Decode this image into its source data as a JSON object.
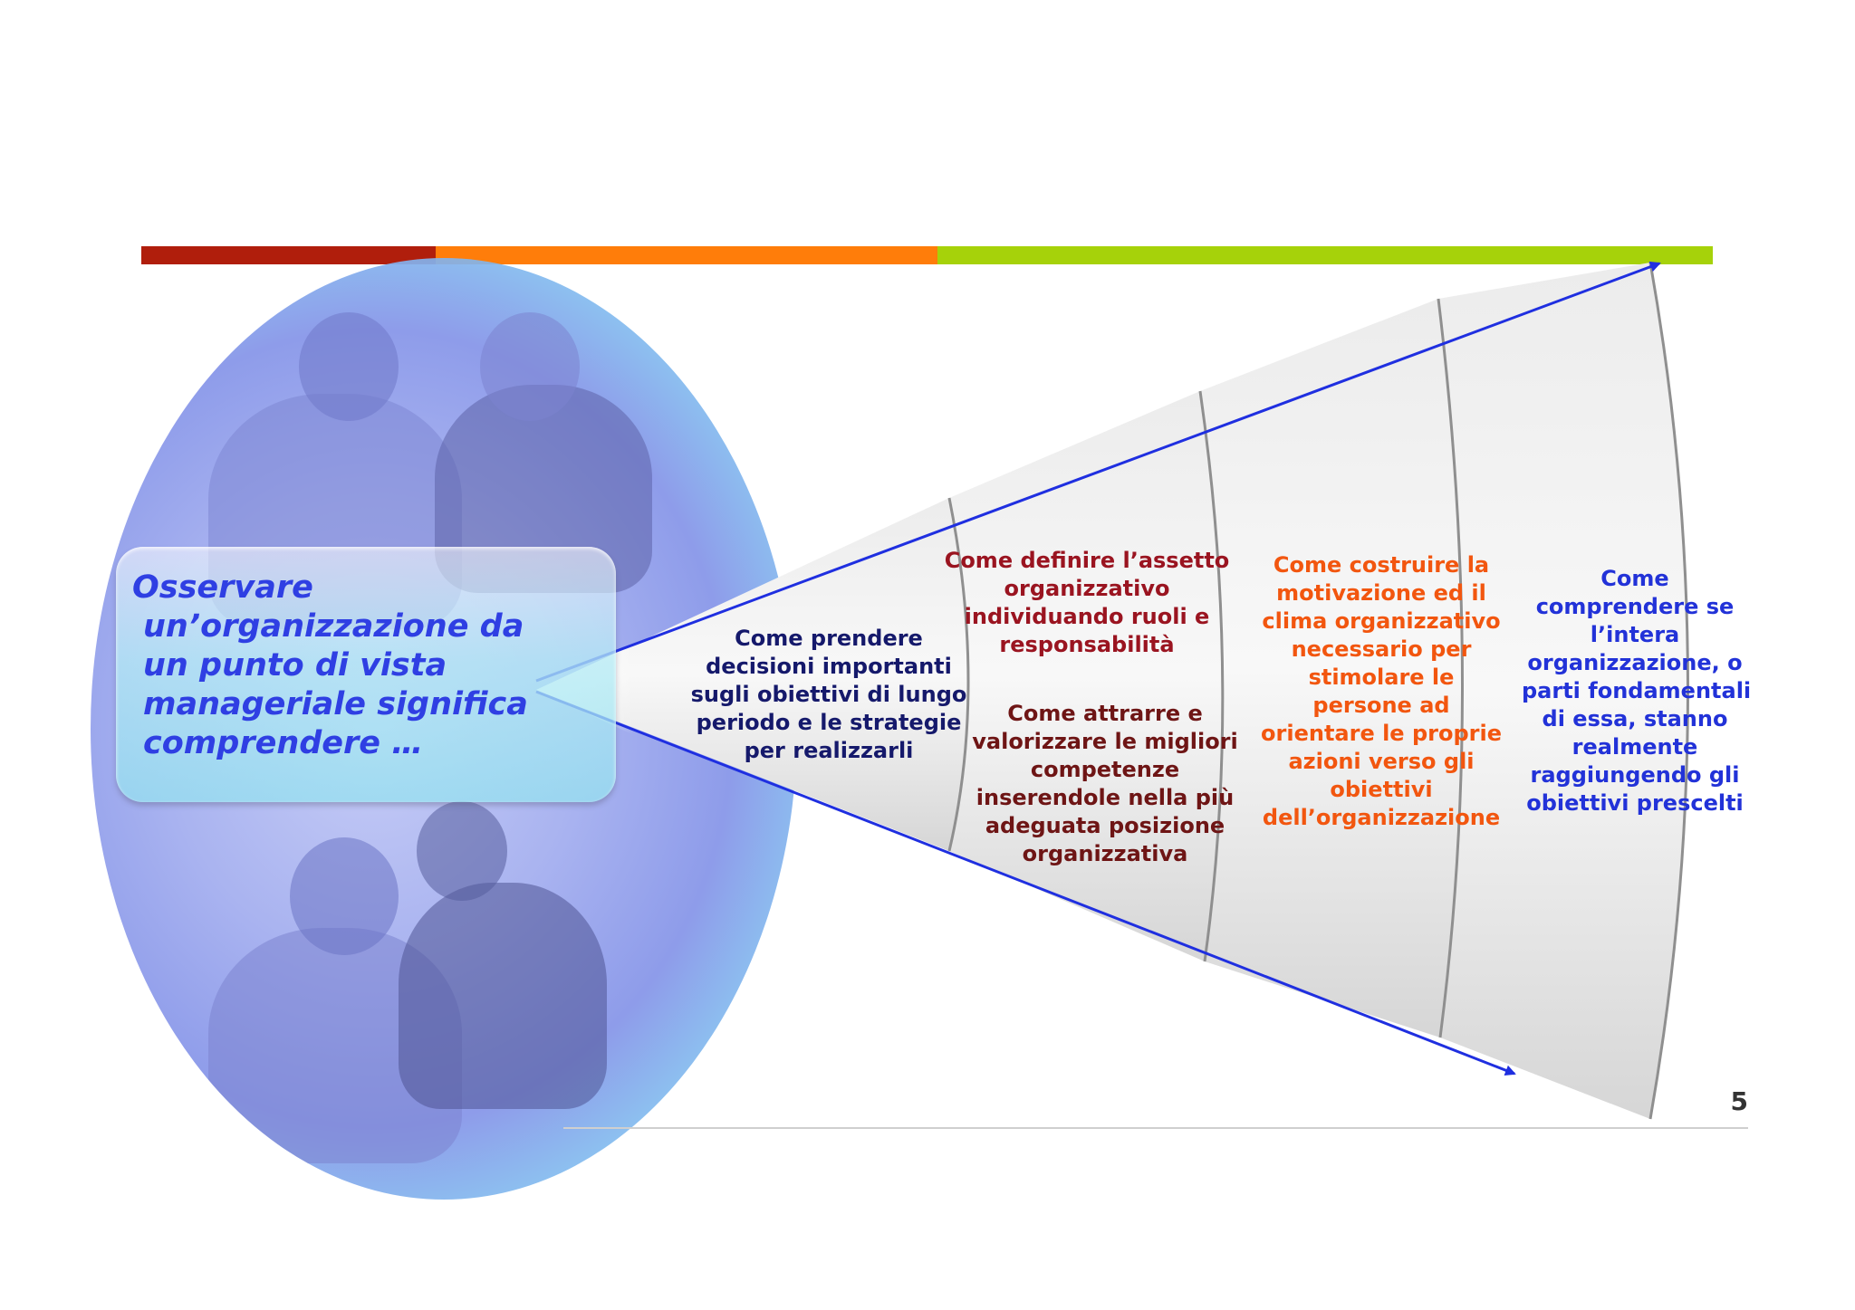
{
  "slide": {
    "title_lines": [
      "Osservare",
      "un’organizzazione da",
      "un punto di vista",
      "manageriale significa",
      "comprendere …"
    ],
    "page_number": "5"
  },
  "diagram": {
    "segments": [
      {
        "lines": [
          "Come prendere",
          "decisioni importanti",
          "sugli obiettivi di lungo",
          "periodo e le strategie",
          "per realizzarli"
        ],
        "color": "#15196b"
      },
      {
        "lines": [
          "Come definire l’assetto",
          "organizzativo",
          "individuando ruoli e",
          "responsabilità"
        ],
        "color": "#9a1420"
      },
      {
        "lines": [
          "Come attrarre e",
          "valorizzare le migliori",
          "competenze",
          "inserendole nella più",
          "adeguata posizione",
          "organizzativa"
        ],
        "color": "#6e1515"
      },
      {
        "lines": [
          "Come costruire la",
          "motivazione ed il",
          "clima organizzativo",
          "necessario per",
          "stimolare le",
          "persone ad",
          "orientare le proprie",
          "azioni verso gli",
          "obiettivi",
          "dell’organizzazione"
        ],
        "color": "#f2560f"
      },
      {
        "lines": [
          "Come",
          "comprendere se",
          "l’intera",
          "organizzazione, o",
          "parti fondamentali",
          "di essa, stanno",
          "realmente",
          "raggiungendo gli",
          "obiettivi prescelti"
        ],
        "color": "#2232d8"
      }
    ],
    "arrow_color": "#1f2fe0",
    "bar_colors": [
      "#b01e0c",
      "#ff7d0a",
      "#a6d20a"
    ]
  }
}
